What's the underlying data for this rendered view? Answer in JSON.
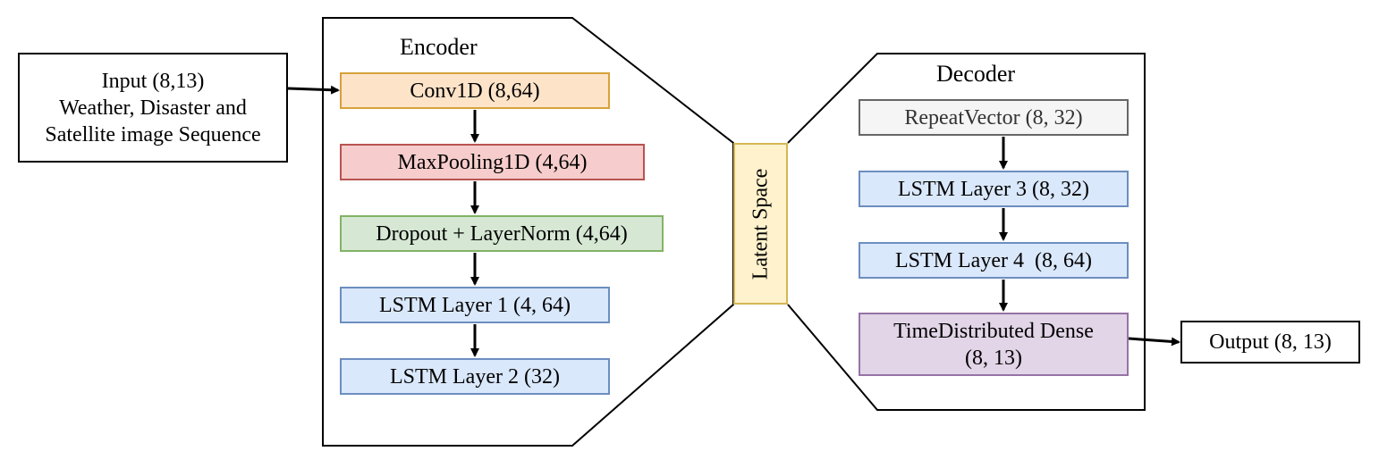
{
  "input": {
    "line1": "Input (8,13)",
    "line2": "Weather, Disaster and",
    "line3": "Satellite image Sequence"
  },
  "encoder": {
    "title": "Encoder",
    "layers": [
      "Conv1D (8,64)",
      "MaxPooling1D (4,64)",
      "Dropout + LayerNorm (4,64)",
      "LSTM Layer 1 (4, 64)",
      "LSTM Layer 2 (32)"
    ]
  },
  "latent": {
    "label": "Latent Space"
  },
  "decoder": {
    "title": "Decoder",
    "layers": [
      "RepeatVector (8, 32)",
      "LSTM Layer 3 (8, 32)",
      "LSTM Layer 4  (8, 64)"
    ],
    "dense_line1": "TimeDistributed Dense",
    "dense_line2": "(8, 13)"
  },
  "output": {
    "label": "Output (8, 13)"
  }
}
